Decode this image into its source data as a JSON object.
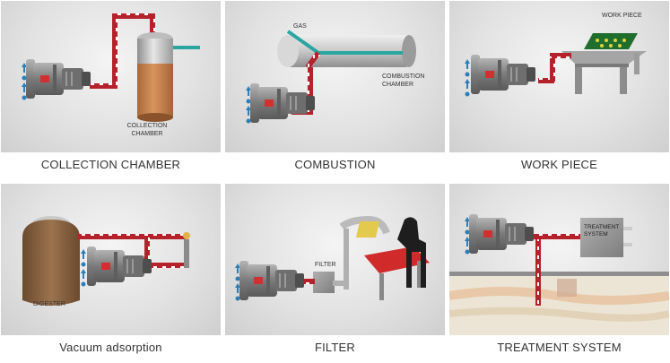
{
  "colors": {
    "pipe": "#b5222b",
    "pipe_stripe": "#ffffff",
    "flow": "#2aa6a0",
    "arrow": "#2b7fb8",
    "pump_body": "#8d8d8d",
    "pump_label": "#d23030"
  },
  "panels": [
    {
      "caption": "COLLECTION CHAMBER",
      "labels": {
        "chamber": [
          "COLLECTION",
          "CHAMBER"
        ]
      }
    },
    {
      "caption": "COMBUSTION",
      "labels": {
        "gas": "GAS",
        "chamber": [
          "COMBUSTION",
          "CHAMBER"
        ]
      }
    },
    {
      "caption": "WORK PIECE",
      "labels": {
        "piece": "WORK PIECE"
      }
    },
    {
      "caption": "Vacuum adsorption",
      "labels": {
        "digester": "DIGESTER"
      }
    },
    {
      "caption": "FILTER",
      "labels": {
        "filter": "FILTER"
      }
    },
    {
      "caption": "TREATMENT SYSTEM",
      "labels": {
        "system": [
          "TREATMENT",
          "SYSTEM"
        ]
      }
    }
  ]
}
